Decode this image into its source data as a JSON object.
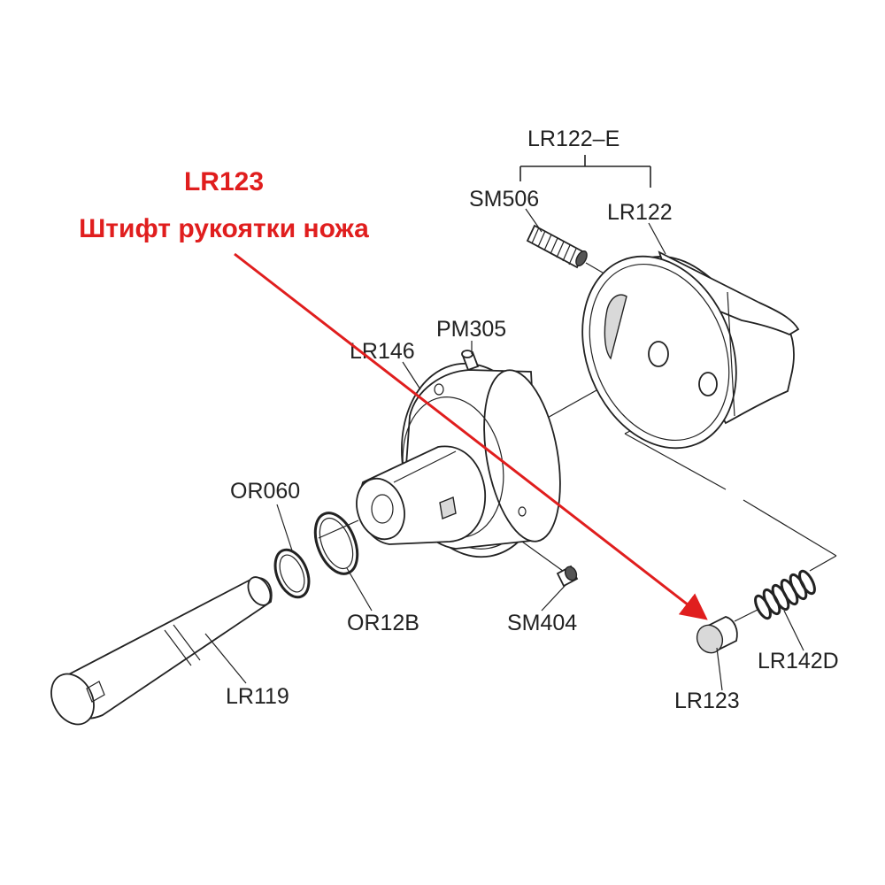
{
  "callout": {
    "code": "LR123",
    "description": "Штифт рукоятки ножа",
    "color": "#e01e1e"
  },
  "labels": {
    "lr122e": "LR122–E",
    "sm506": "SM506",
    "lr122": "LR122",
    "pm305": "PM305",
    "lr146": "LR146",
    "or060": "OR060",
    "or12b": "OR12B",
    "sm404": "SM404",
    "lr119": "LR119",
    "lr123": "LR123",
    "lr142d": "LR142D"
  }
}
